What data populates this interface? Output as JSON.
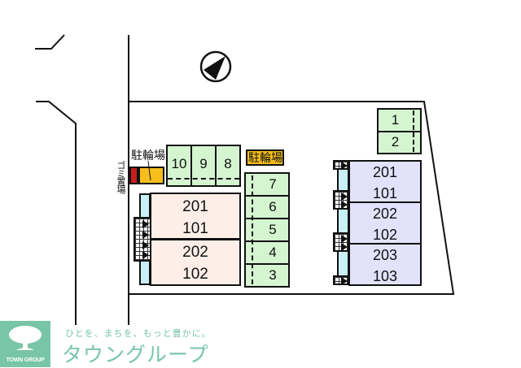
{
  "map": {
    "compass": {
      "icon": "north-arrow-icon"
    },
    "bicycle_parking_labels": [
      "駐輪場",
      "駐輪場"
    ],
    "garbage_label": "ゴミ置場",
    "parking_spaces": {
      "top_row": [
        "10",
        "9",
        "8"
      ],
      "middle_column": [
        "7",
        "6",
        "5",
        "4",
        "3"
      ],
      "right_top": [
        "1",
        "2"
      ]
    },
    "building_left": {
      "units": [
        {
          "upper": "201",
          "lower": "101"
        },
        {
          "upper": "202",
          "lower": "102"
        }
      ]
    },
    "building_right": {
      "units": [
        {
          "upper": "201",
          "lower": "101"
        },
        {
          "upper": "202",
          "lower": "102"
        },
        {
          "upper": "203",
          "lower": "103"
        }
      ]
    },
    "colors": {
      "parking": "#d4f5d0",
      "building_left": "#fdeee8",
      "building_right": "#e2e2fb",
      "balcony": "#c9f0f7",
      "bike_parking": "#f7be1c",
      "garbage": "#c81e1e"
    }
  },
  "footer": {
    "logo_text": "TOWN GROUP",
    "logo_icon": "tree-icon",
    "tagline": "ひとを、まちを、もっと豊かに。",
    "brand_name": "タウングループ",
    "brand_color": "#79c5a7"
  }
}
